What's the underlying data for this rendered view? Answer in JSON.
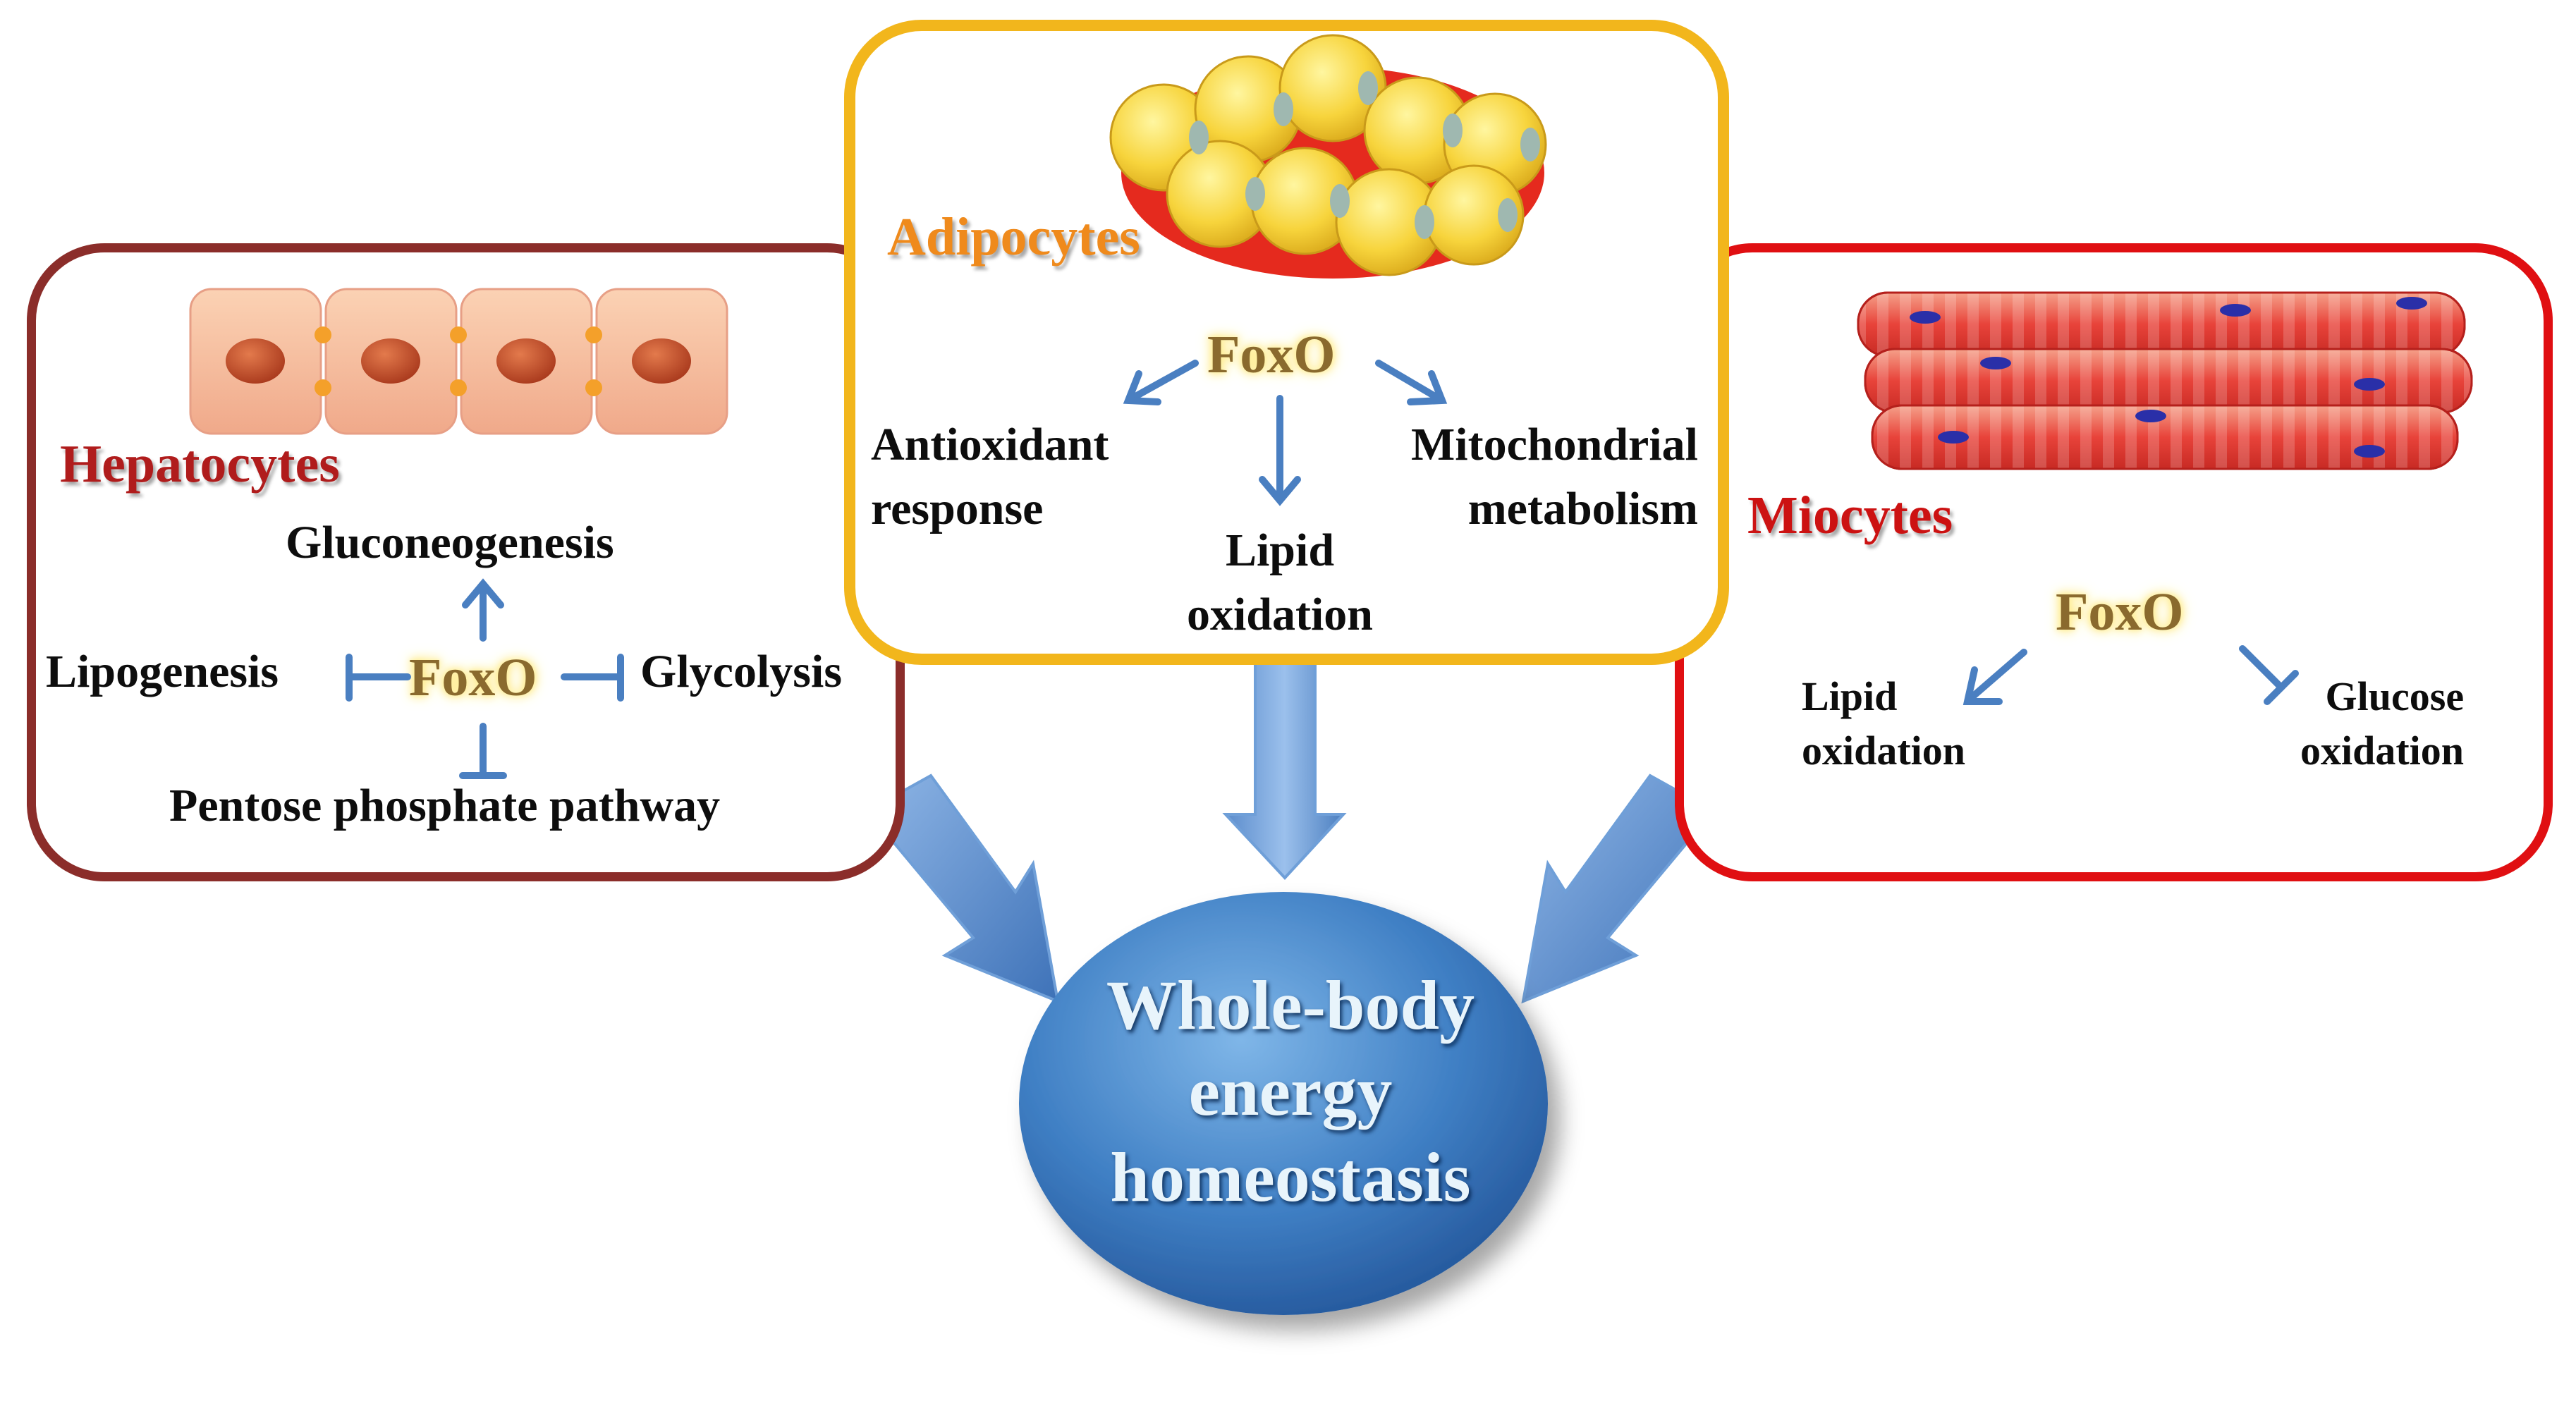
{
  "hepatocytes": {
    "title": "Hepatocytes",
    "foxo": "FoxO",
    "gluconeogenesis": "Gluconeogenesis",
    "lipogenesis": "Lipogenesis",
    "glycolysis": "Glycolysis",
    "pentose": "Pentose phosphate pathway"
  },
  "adipocytes": {
    "title": "Adipocytes",
    "foxo": "FoxO",
    "antioxidant_1": "Antioxidant",
    "antioxidant_2": "response",
    "lipid_1": "Lipid",
    "lipid_2": "oxidation",
    "mito_1": "Mitochondrial",
    "mito_2": "metabolism"
  },
  "miocytes": {
    "title": "Miocytes",
    "foxo": "FoxO",
    "lipid_1": "Lipid",
    "lipid_2": "oxidation",
    "glucose_1": "Glucose",
    "glucose_2": "oxidation"
  },
  "center": {
    "line1": "Whole-body",
    "line2": "energy",
    "line3": "homeostasis"
  },
  "colors": {
    "hepatocytes_border": "#8b2d2a",
    "adipocytes_border": "#f2b61c",
    "miocytes_border": "#e00f12",
    "arrow_blue": "#4a7fc1",
    "hepatocytes_title": "#b01c1c",
    "adipocytes_title": "#ef8a1c",
    "miocytes_title": "#cc1212"
  }
}
